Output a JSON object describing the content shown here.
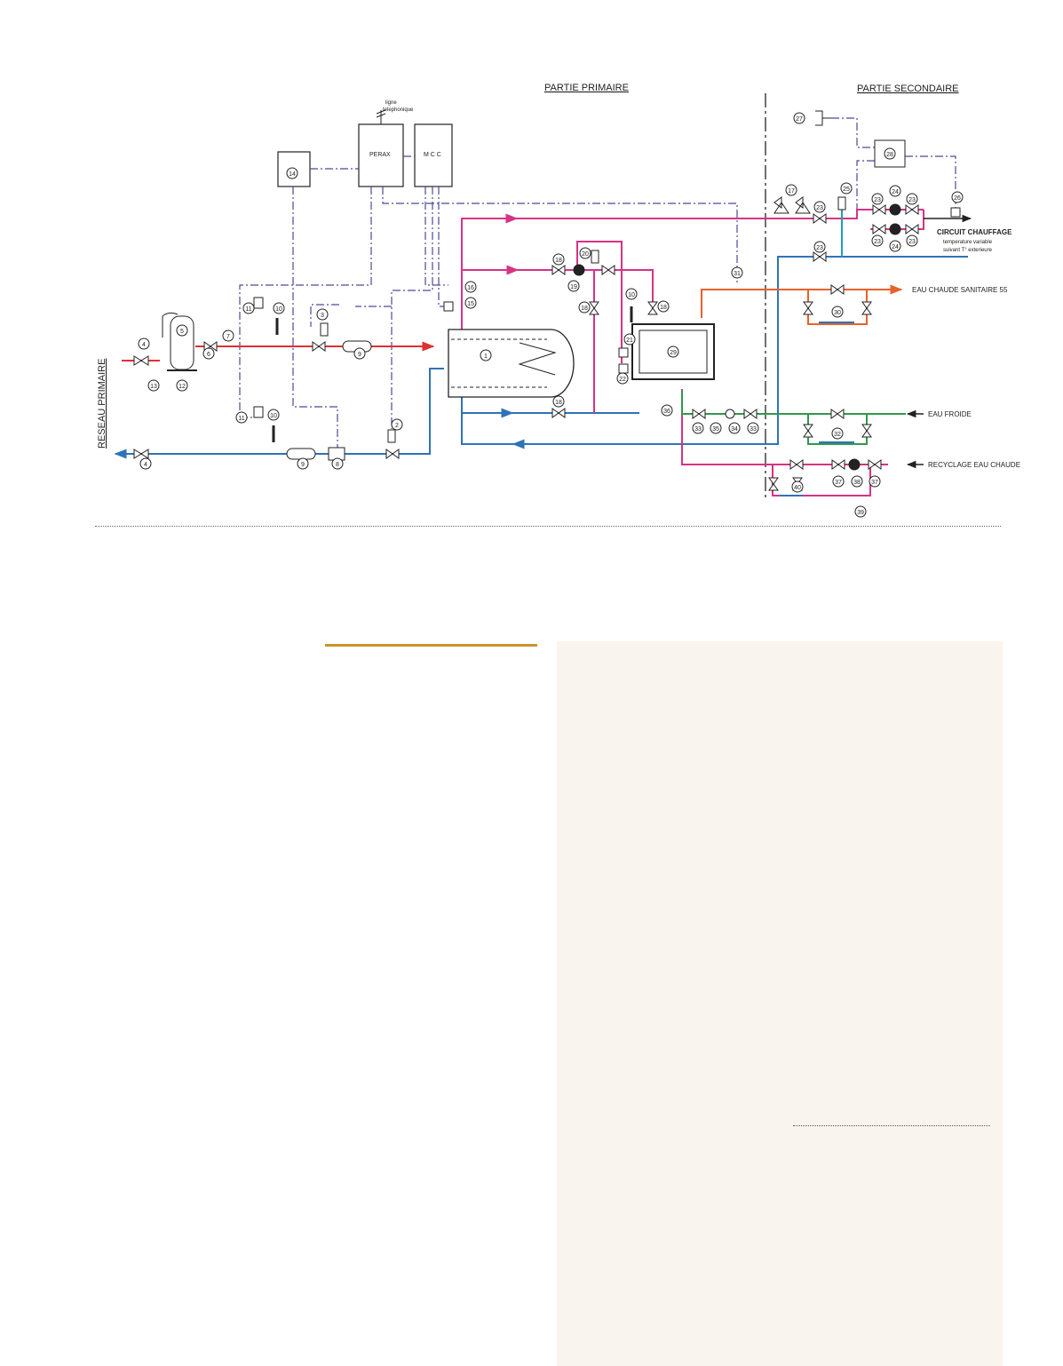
{
  "headings": {
    "primary": "PARTIE PRIMAIRE",
    "secondary": "PARTIE SECONDAIRE",
    "network": "RESEAU PRIMAIRE"
  },
  "boxes": {
    "perax": "PERAX",
    "mcc": "M C C",
    "phone_line": [
      "ligne",
      "telephonique"
    ]
  },
  "outputs": {
    "heating": "CIRCUIT CHAUFFAGE",
    "heating_note": [
      "temperature variable",
      "suivant T° exterieure"
    ],
    "dhw": "EAU CHAUDE SANITAIRE 55",
    "cold_water": "EAU FROIDE",
    "recycling": "RECYCLAGE EAU CHAUDE"
  },
  "colors": {
    "red_supply": "#e0312f",
    "blue_return": "#2e73b8",
    "pink_hot": "#d63384",
    "control_dashed": "#4a4a9a",
    "green_cold": "#2e9a4a",
    "orange_dhw": "#e8612c",
    "cyan_secondary": "#1ea0b5",
    "gold_rule": "#c8952a",
    "panel_bg": "#faf4ee"
  },
  "component_numbers": {
    "n1": "1",
    "n2": "2",
    "n3": "3",
    "n4": "4",
    "n5": "5",
    "n6": "6",
    "n7": "7",
    "n8": "8",
    "n9": "9",
    "n10": "10",
    "n11": "11",
    "n12": "12",
    "n13": "13",
    "n14": "14",
    "n15": "15",
    "n16": "16",
    "n17": "17",
    "n18": "18",
    "n19": "19",
    "n20": "20",
    "n21": "21",
    "n22": "22",
    "n23": "23",
    "n24": "24",
    "n25": "25",
    "n26": "26",
    "n27": "27",
    "n28": "28",
    "n29": "29",
    "n30": "30",
    "n31": "31",
    "n32": "32",
    "n33": "33",
    "n34": "34",
    "n35": "35",
    "n36": "36",
    "n37": "37",
    "n38": "38",
    "n39": "39",
    "n40": "40"
  }
}
